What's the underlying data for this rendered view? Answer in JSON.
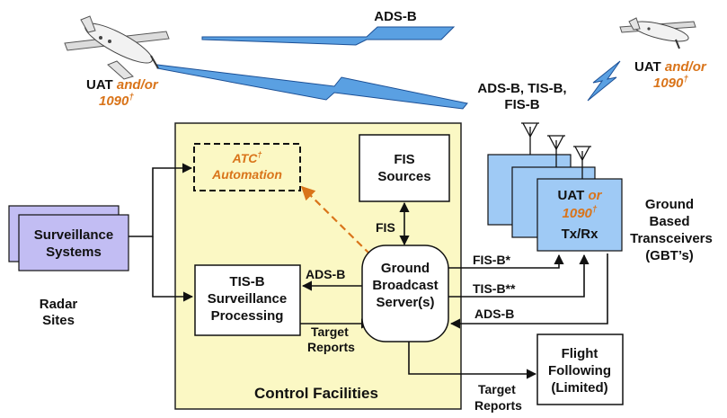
{
  "colors": {
    "control_fill": "#fbf8c4",
    "box_blue": "#9fcaf5",
    "box_purple": "#c2bdf3",
    "accent_orange": "#d9741a",
    "bolt_blue": "#5aa0e2"
  },
  "icons": [
    "airplane-icon",
    "lightning-icon",
    "antenna-icon"
  ],
  "labels": {
    "adsb_top": "ADS-B",
    "uat_left_1": "UAT",
    "uat_left_2": "and/or",
    "uat_left_3": "1090",
    "uat_left_dagger": "†",
    "uat_right_1": "UAT",
    "uat_right_2": "and/or",
    "uat_right_3": "1090",
    "uat_right_dagger": "†",
    "uplink_line1": "ADS-B, TIS-B,",
    "uplink_line2": "FIS-B",
    "atc_line1": "ATC",
    "atc_dagger": "†",
    "atc_line2": "Automation",
    "fis_sources_1": "FIS",
    "fis_sources_2": "Sources",
    "fis_link": "FIS",
    "surv_sys_1": "Surveillance",
    "surv_sys_2": "Systems",
    "radar_1": "Radar",
    "radar_2": "Sites",
    "tisb_proc_1": "TIS-B",
    "tisb_proc_2": "Surveillance",
    "tisb_proc_3": "Processing",
    "adsb_to_tisb": "ADS-B",
    "target_reports_1a": "Target",
    "target_reports_1b": "Reports",
    "gbs_1": "Ground",
    "gbs_2": "Broadcast",
    "gbs_3": "Server(s)",
    "fisb_link": "FIS-B*",
    "tisb_link": "TIS-B**",
    "adsb_link": "ADS-B",
    "gbt_1": "UAT",
    "gbt_or": "or",
    "gbt_2": "1090",
    "gbt_dagger": "†",
    "gbt_3": "Tx/Rx",
    "gbt_desc_1": "Ground",
    "gbt_desc_2": "Based",
    "gbt_desc_3": "Transceivers",
    "gbt_desc_4": "(GBT’s)",
    "control_facilities": "Control Facilities",
    "target_reports_2a": "Target",
    "target_reports_2b": "Reports",
    "flight_following_1": "Flight",
    "flight_following_2": "Following",
    "flight_following_3": "(Limited)"
  }
}
